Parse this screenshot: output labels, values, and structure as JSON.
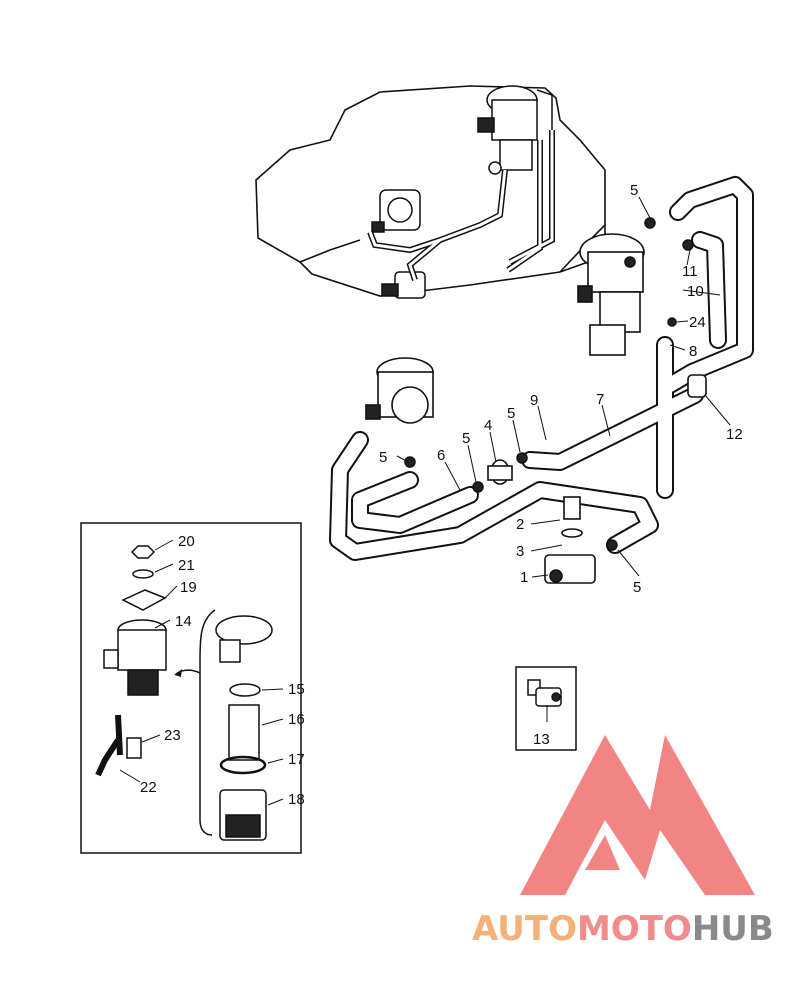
{
  "callouts": {
    "c1": "1",
    "c2": "2",
    "c3": "3",
    "c4": "4",
    "c5a": "5",
    "c5b": "5",
    "c5c": "5",
    "c5d": "5",
    "c5e": "5",
    "c6": "6",
    "c7": "7",
    "c8": "8",
    "c9": "9",
    "c10": "10",
    "c11": "11",
    "c12": "12",
    "c13": "13",
    "c14": "14",
    "c15": "15",
    "c16": "16",
    "c17": "17",
    "c18": "18",
    "c19": "19",
    "c20": "20",
    "c21": "21",
    "c22": "22",
    "c23": "23",
    "c24": "24"
  },
  "watermark": {
    "part1": "AUTO",
    "part2": "MOTO",
    "part3": "HUB",
    "colors": {
      "auto": "#f4b27a",
      "moto": "#f28b8b",
      "hub": "#8a8a8a",
      "logo": "#f06e6e"
    }
  }
}
